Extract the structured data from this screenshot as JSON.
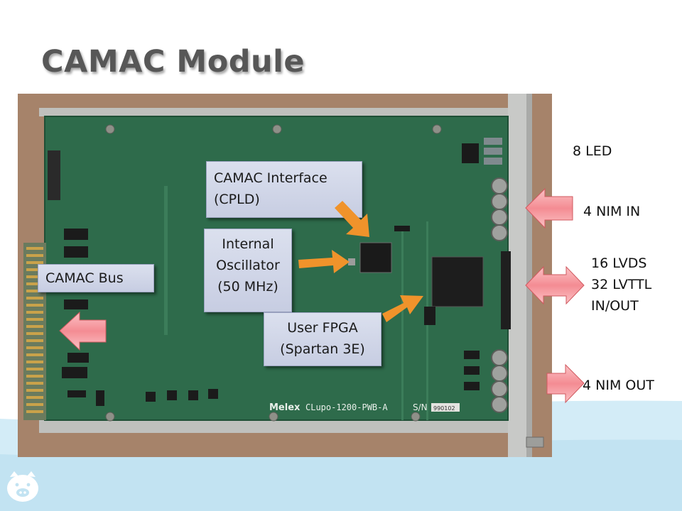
{
  "slide": {
    "title": "CAMAC Module"
  },
  "board": {
    "silkscreen_brand": "Melex",
    "silkscreen_model": "CLupo-1200-PWB-A",
    "silkscreen_sn_label": "S/N",
    "silkscreen_sn_value": "990102"
  },
  "callouts": {
    "camac_interface": [
      "CAMAC Interface",
      "(CPLD)"
    ],
    "internal_oscillator": [
      "Internal",
      "Oscillator",
      "(50 MHz)"
    ],
    "camac_bus": "CAMAC Bus",
    "user_fpga": [
      "User FPGA",
      "(Spartan 3E)"
    ]
  },
  "io_labels": {
    "led": "8 LED",
    "nim_in": "4 NIM IN",
    "lvds_lines": [
      "16 LVDS",
      "32 LVTTL",
      "IN/OUT"
    ],
    "nim_out": "4 NIM OUT"
  },
  "colors": {
    "orange_arrow": "#f0932b",
    "pink_arrow": "#f59aa0",
    "pcb_green": "#2e6b4b",
    "callout_fill": "#d3d8ea"
  }
}
